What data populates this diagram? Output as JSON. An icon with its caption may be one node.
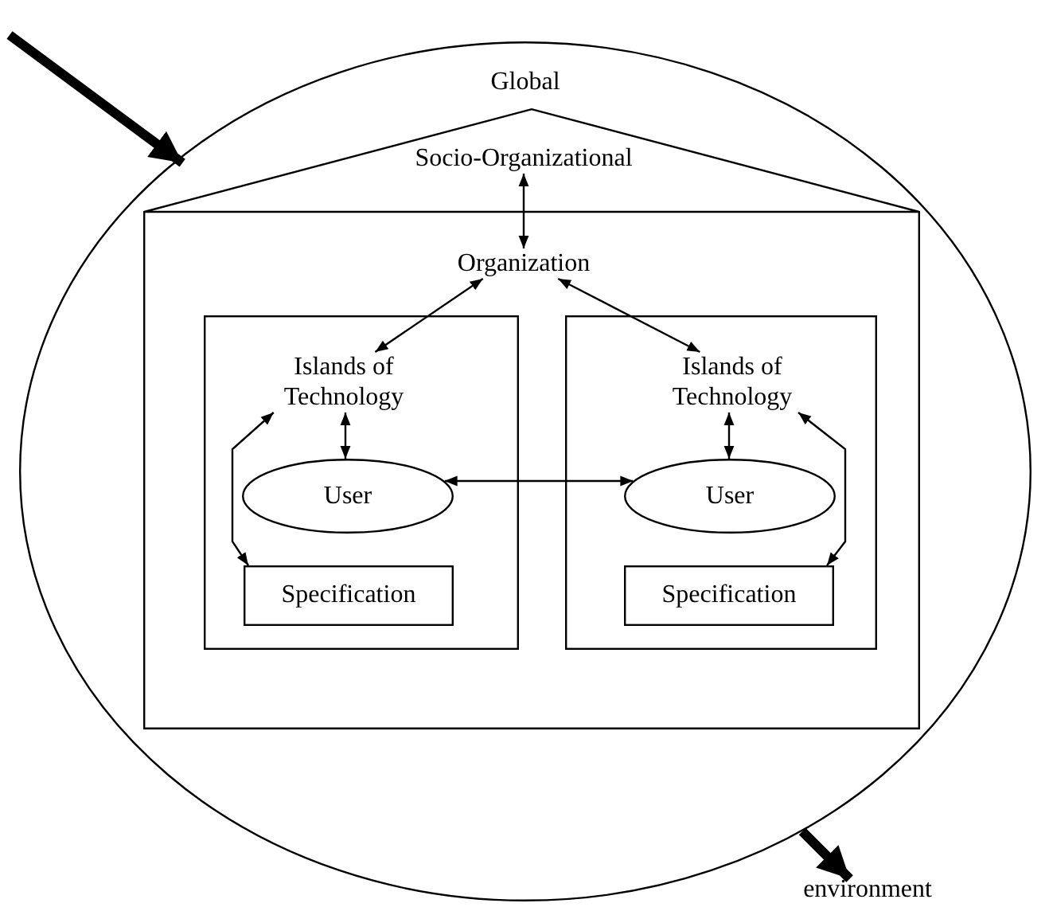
{
  "diagram": {
    "nodes": [
      {
        "text": [
          "Global"
        ]
      },
      {
        "text": [],
        "shape": "box",
        "in": 0
      },
      {
        "text": [
          "Socio-Organizational"
        ],
        "in": 1
      },
      {
        "text": [
          "Organization"
        ],
        "in": 1
      },
      {
        "text": [],
        "shape": "box",
        "in": 1
      },
      {
        "text": [
          "Islands of Technology"
        ],
        "in": 4
      },
      {
        "text": [
          "User"
        ],
        "in": 4
      },
      {
        "text": [
          "Specification"
        ],
        "in": 4
      },
      {
        "text": [],
        "shape": "box",
        "in": 1
      },
      {
        "text": [
          "Islands of Technology"
        ],
        "in": 8
      },
      {
        "text": [
          "User"
        ],
        "in": 8
      },
      {
        "text": [
          "Specification"
        ],
        "in": 8
      },
      {
        "text": [
          "environment"
        ]
      }
    ],
    "edges": [
      {
        "from": null,
        "to": 0,
        "arrow": "to",
        "style": "thick"
      },
      {
        "from": 2,
        "to": 3,
        "arrow": "both"
      },
      {
        "from": 3,
        "to": 5,
        "arrow": "both"
      },
      {
        "from": 3,
        "to": 9,
        "arrow": "both"
      },
      {
        "from": 5,
        "to": 6,
        "arrow": "both"
      },
      {
        "from": 5,
        "to": 7,
        "arrow": "both"
      },
      {
        "from": 6,
        "to": 10,
        "arrow": "both"
      },
      {
        "from": 9,
        "to": 10,
        "arrow": "both"
      },
      {
        "from": 9,
        "to": 11,
        "arrow": "both"
      },
      {
        "from": 0,
        "to": 12,
        "arrow": "to",
        "style": "thick"
      }
    ]
  }
}
